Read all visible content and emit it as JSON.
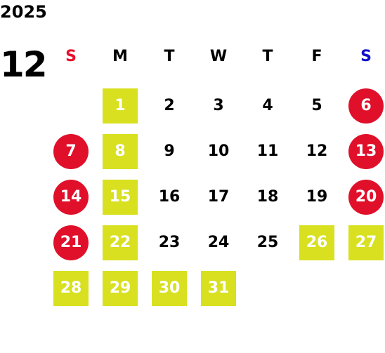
{
  "year": "2025",
  "month": "12",
  "weekdays": [
    "S",
    "M",
    "T",
    "W",
    "T",
    "F",
    "S"
  ],
  "weeks": [
    [
      {
        "day": ""
      },
      {
        "day": "1",
        "style": "green"
      },
      {
        "day": "2"
      },
      {
        "day": "3"
      },
      {
        "day": "4"
      },
      {
        "day": "5"
      },
      {
        "day": "6",
        "style": "red"
      }
    ],
    [
      {
        "day": "7",
        "style": "red"
      },
      {
        "day": "8",
        "style": "green"
      },
      {
        "day": "9"
      },
      {
        "day": "10"
      },
      {
        "day": "11"
      },
      {
        "day": "12"
      },
      {
        "day": "13",
        "style": "red"
      }
    ],
    [
      {
        "day": "14",
        "style": "red"
      },
      {
        "day": "15",
        "style": "green"
      },
      {
        "day": "16"
      },
      {
        "day": "17"
      },
      {
        "day": "18"
      },
      {
        "day": "19"
      },
      {
        "day": "20",
        "style": "red"
      }
    ],
    [
      {
        "day": "21",
        "style": "red"
      },
      {
        "day": "22",
        "style": "green"
      },
      {
        "day": "23"
      },
      {
        "day": "24"
      },
      {
        "day": "25"
      },
      {
        "day": "26",
        "style": "green"
      },
      {
        "day": "27",
        "style": "green"
      }
    ],
    [
      {
        "day": "28",
        "style": "green"
      },
      {
        "day": "29",
        "style": "green"
      },
      {
        "day": "30",
        "style": "green"
      },
      {
        "day": "31",
        "style": "green"
      },
      {
        "day": ""
      },
      {
        "day": ""
      },
      {
        "day": ""
      }
    ]
  ],
  "colors": {
    "holiday_red": "#e0102b",
    "highlight_green": "#d8e020",
    "sunday_label": "#e8102e",
    "saturday_label": "#1111cc"
  }
}
